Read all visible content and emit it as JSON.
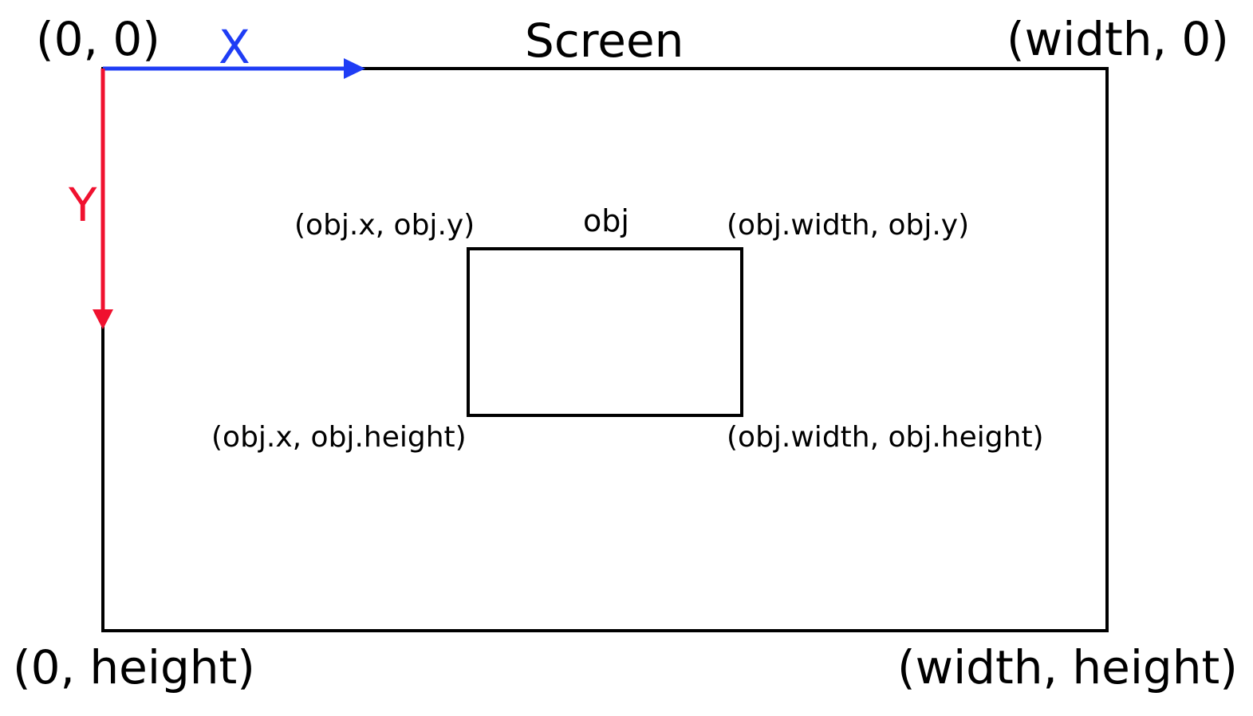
{
  "screen": {
    "title": "Screen",
    "corners": {
      "top_left": "(0, 0)",
      "top_right": "(width, 0)",
      "bottom_left": "(0, height)",
      "bottom_right": "(width, height)"
    }
  },
  "axes": {
    "x_label": "X",
    "y_label": "Y",
    "x_color": "#1f3df5",
    "y_color": "#f0112f"
  },
  "obj": {
    "title": "obj",
    "corners": {
      "top_left": "(obj.x, obj.y)",
      "top_right": "(obj.width, obj.y)",
      "bottom_left": "(obj.x, obj.height)",
      "bottom_right": "(obj.width, obj.height)"
    }
  }
}
